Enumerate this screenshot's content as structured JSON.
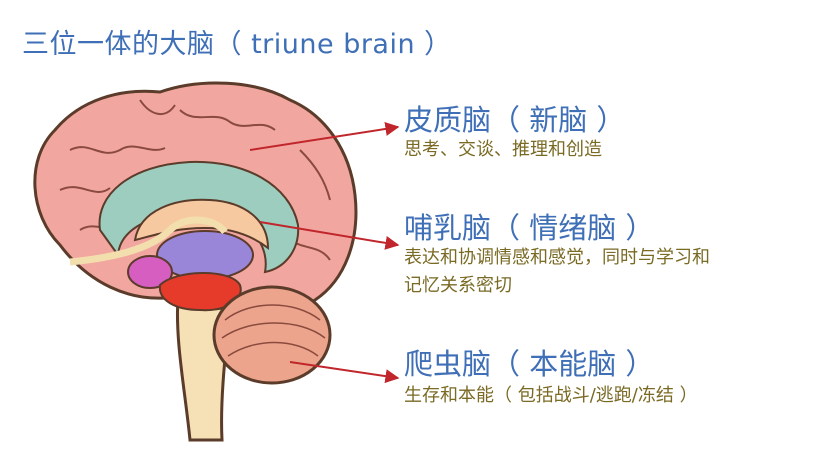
{
  "title": "三位一体的大脑（ triune brain ）",
  "labels": [
    {
      "heading": "皮质脑（ 新脑 ）",
      "description_lines": [
        "思考、交谈、推理和创造"
      ]
    },
    {
      "heading": "哺乳脑（ 情绪脑 ）",
      "description_lines": [
        "表达和协调情感和感觉，同时与学习和",
        "记忆关系密切"
      ]
    },
    {
      "heading": "爬虫脑（ 本能脑 ）",
      "description_lines": [
        "生存和本能（ 包括战斗/逃跑/冻结 ）"
      ]
    }
  ],
  "colors": {
    "title": "#3f6fb6",
    "heading": "#3f6fb6",
    "description": "#7a6a24",
    "arrow": "#c0262b"
  }
}
